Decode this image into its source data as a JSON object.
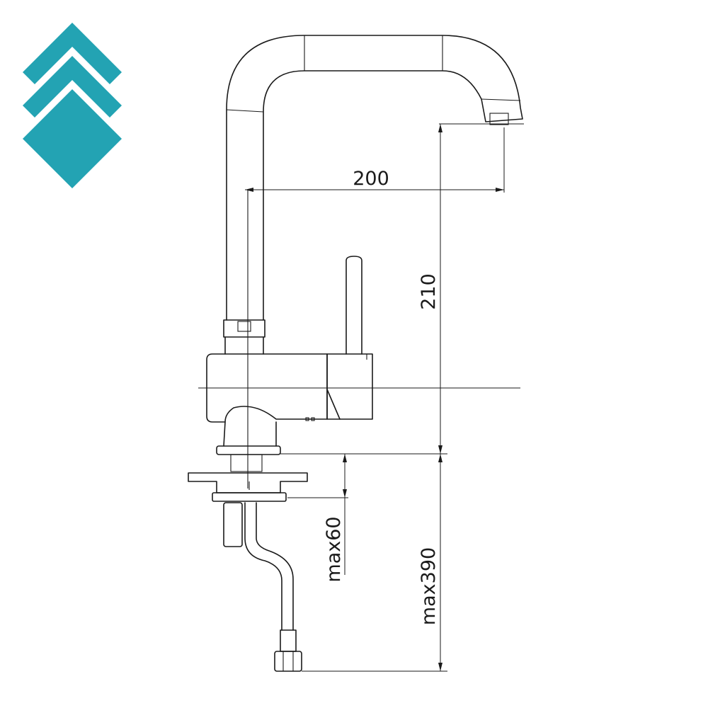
{
  "logo": {
    "icon": "stacked-diamonds-logo",
    "color": "#23a3b3"
  },
  "dimensions": {
    "spout_reach": "200",
    "spout_height": "210",
    "max_mount_thickness": "max60",
    "max_hose_length": "max390"
  },
  "colors": {
    "line": "#1a1a1a",
    "background": "#ffffff"
  }
}
